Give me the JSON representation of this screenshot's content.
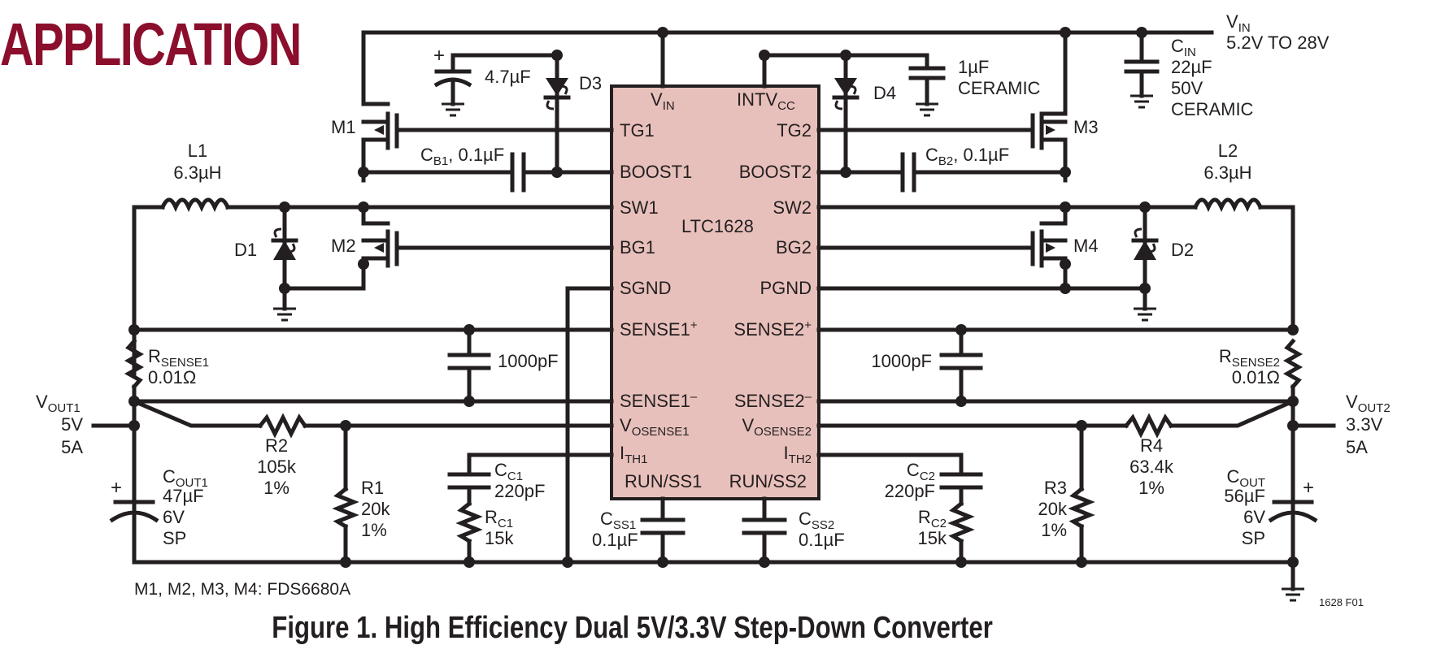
{
  "heading": "APPLICATION",
  "caption": "Figure 1. High Efficiency Dual 5V/3.3V Step-Down Converter",
  "colors": {
    "ic_fill": "#e8c0bb",
    "heading": "#8b0e2c",
    "ink": "#231f20"
  },
  "ic": {
    "name": "LTC1628",
    "top_pins": {
      "vin": {
        "main": "V",
        "sub": "IN"
      },
      "intvcc": {
        "main": "INTV",
        "sub": "CC"
      }
    },
    "left_pins": {
      "tg1": "TG1",
      "boost1": "BOOST1",
      "sw1": "SW1",
      "bg1": "BG1",
      "sgnd": "SGND",
      "sense1p": "SENSE1",
      "sense1p_sup": "+",
      "sense1m": "SENSE1",
      "sense1m_sup": "–",
      "vosense1": {
        "main": "V",
        "sub": "OSENSE1"
      },
      "ith1": {
        "main": "I",
        "sub": "TH1"
      },
      "runss1": "RUN/SS1"
    },
    "right_pins": {
      "tg2": "TG2",
      "boost2": "BOOST2",
      "sw2": "SW2",
      "bg2": "BG2",
      "pgnd": "PGND",
      "sense2p": "SENSE2",
      "sense2p_sup": "+",
      "sense2m": "SENSE2",
      "sense2m_sup": "–",
      "vosense2": {
        "main": "V",
        "sub": "OSENSE2"
      },
      "ith2": {
        "main": "I",
        "sub": "TH2"
      },
      "runss2": "RUN/SS2"
    }
  },
  "components": {
    "vin": {
      "main": "V",
      "sub": "IN",
      "range": "5.2V TO 28V"
    },
    "cin": {
      "main": "C",
      "sub": "IN",
      "value": "22µF",
      "voltage": "50V",
      "type": "CERAMIC"
    },
    "cap_47": {
      "value": "4.7µF",
      "plus": "+"
    },
    "cap_1u": {
      "value": "1µF",
      "type": "CERAMIC"
    },
    "d3": "D3",
    "d4": "D4",
    "m1": "M1",
    "m2": "M2",
    "m3": "M3",
    "m4": "M4",
    "cb1": {
      "main": "C",
      "sub": "B1",
      "value": ", 0.1µF"
    },
    "cb2": {
      "main": "C",
      "sub": "B2",
      "value": ", 0.1µF"
    },
    "l1": {
      "name": "L1",
      "value": "6.3µH"
    },
    "l2": {
      "name": "L2",
      "value": "6.3µH"
    },
    "d1": "D1",
    "d2": "D2",
    "rsense1": {
      "main": "R",
      "sub": "SENSE1",
      "value": "0.01Ω"
    },
    "rsense2": {
      "main": "R",
      "sub": "SENSE2",
      "value": "0.01Ω"
    },
    "c1000_left": "1000pF",
    "c1000_right": "1000pF",
    "vout1": {
      "main": "V",
      "sub": "OUT1",
      "voltage": "5V",
      "current": "5A"
    },
    "vout2": {
      "main": "V",
      "sub": "OUT2",
      "voltage": "3.3V",
      "current": "5A"
    },
    "r2": {
      "name": "R2",
      "value": "105k",
      "tol": "1%"
    },
    "r1": {
      "name": "R1",
      "value": "20k",
      "tol": "1%"
    },
    "r4": {
      "name": "R4",
      "value": "63.4k",
      "tol": "1%"
    },
    "r3": {
      "name": "R3",
      "value": "20k",
      "tol": "1%"
    },
    "cc1": {
      "main": "C",
      "sub": "C1",
      "value": "220pF"
    },
    "rc1": {
      "main": "R",
      "sub": "C1",
      "value": "15k"
    },
    "cc2": {
      "main": "C",
      "sub": "C2",
      "value": "220pF"
    },
    "rc2": {
      "main": "R",
      "sub": "C2",
      "value": "15k"
    },
    "css1": {
      "main": "C",
      "sub": "SS1",
      "value": "0.1µF"
    },
    "css2": {
      "main": "C",
      "sub": "SS2",
      "value": "0.1µF"
    },
    "cout1": {
      "main": "C",
      "sub": "OUT1",
      "value": "47µF",
      "voltage": "6V",
      "type": "SP",
      "plus": "+"
    },
    "cout2": {
      "main": "C",
      "sub": "OUT",
      "value": "56µF",
      "voltage": "6V",
      "type": "SP",
      "plus": "+"
    }
  },
  "footnote": "M1, M2, M3, M4: FDS6680A",
  "figure_code": "1628 F01"
}
